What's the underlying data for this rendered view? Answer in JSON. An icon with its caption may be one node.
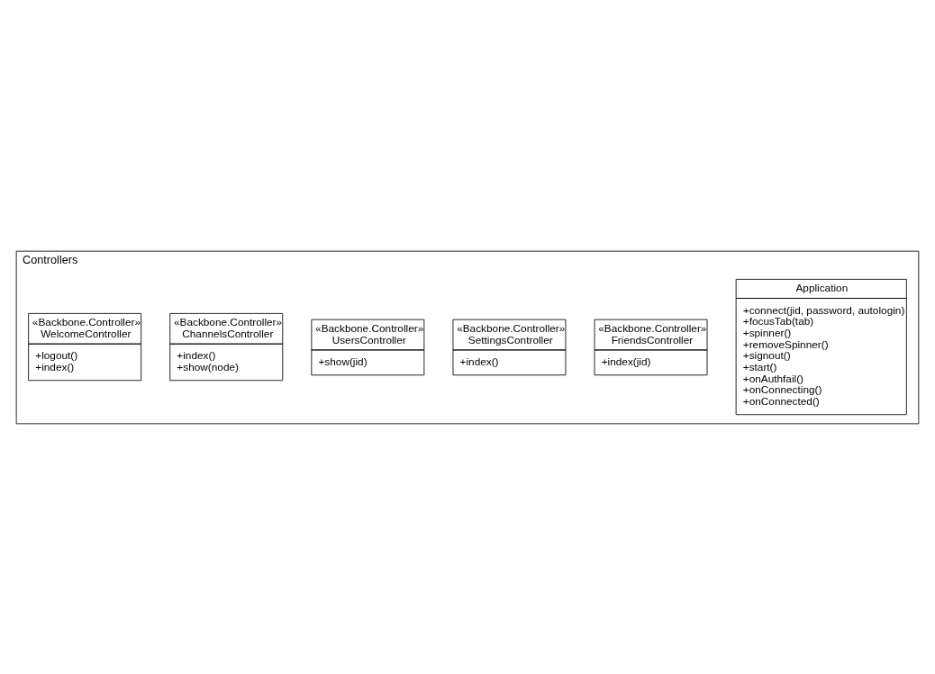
{
  "diagram": {
    "nodes": [
      {
        "text": [
          "Controllers"
        ]
      },
      {
        "text": [
          "Application",
          "+connect(jid, password, autologin)",
          "+focusTab(tab)",
          "+spinner()",
          "+removeSpinner()",
          "+signout()",
          "+start()",
          "+onAuthfail()",
          "+onConnecting()",
          "+onConnected()"
        ],
        "in": 0
      },
      {
        "text": [
          "«Backbone.Controller»",
          "FriendsController",
          "+index(jid)"
        ],
        "in": 0
      },
      {
        "text": [
          "«Backbone.Controller»",
          "SettingsController",
          "+index()"
        ],
        "in": 0
      },
      {
        "text": [
          "«Backbone.Controller»",
          "UsersController",
          "+show(jid)"
        ],
        "in": 0
      },
      {
        "text": [
          "«Backbone.Controller»",
          "ChannelsController",
          "+index()",
          "+show(node)"
        ],
        "in": 0
      },
      {
        "text": [
          "«Backbone.Controller»",
          "WelcomeController",
          "+logout()",
          "+index()"
        ],
        "in": 0
      }
    ],
    "edges": []
  }
}
